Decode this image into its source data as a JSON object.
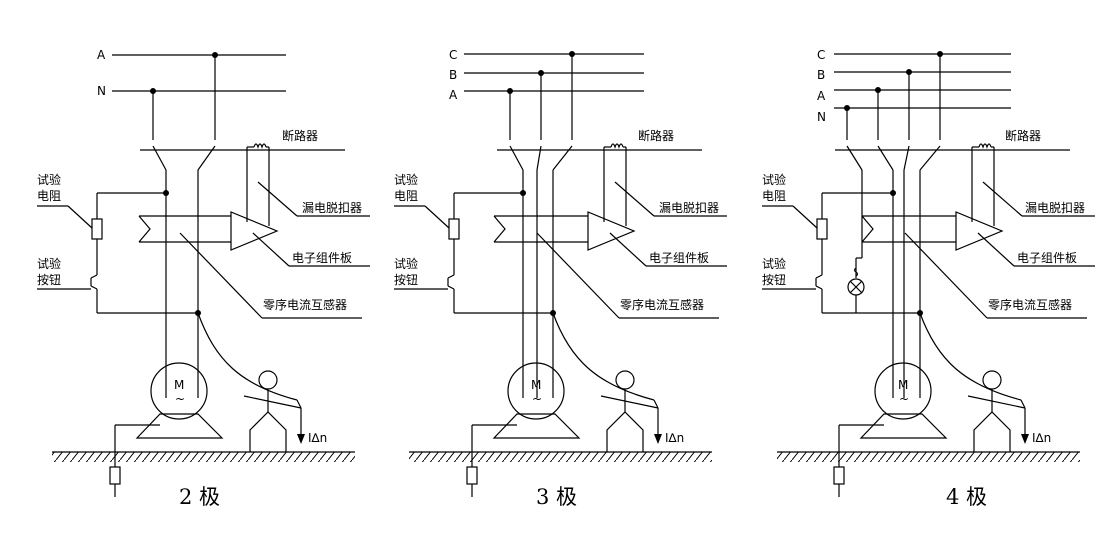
{
  "diagrams": [
    {
      "title": "2 极",
      "lines": [
        "A",
        "N"
      ],
      "labels": {
        "breaker": "断路器",
        "release": "漏电脱扣器",
        "board": "电子组件板",
        "ct": "零序电流互感器",
        "test_res_1": "试验",
        "test_res_2": "电阻",
        "test_btn_1": "试验",
        "test_btn_2": "按钮",
        "motor": "M",
        "motor_sub": "~",
        "current": "I∆n"
      }
    },
    {
      "title": "3 极",
      "lines": [
        "C",
        "B",
        "A"
      ],
      "labels": {
        "breaker": "断路器",
        "release": "漏电脱扣器",
        "board": "电子组件板",
        "ct": "零序电流互感器",
        "test_res_1": "试验",
        "test_res_2": "电阻",
        "test_btn_1": "试验",
        "test_btn_2": "按钮",
        "motor": "M",
        "motor_sub": "~",
        "current": "I∆n"
      }
    },
    {
      "title": "4 极",
      "lines": [
        "C",
        "B",
        "A",
        "N"
      ],
      "labels": {
        "breaker": "断路器",
        "release": "漏电脱扣器",
        "board": "电子组件板",
        "ct": "零序电流互感器",
        "test_res_1": "试验",
        "test_res_2": "电阻",
        "test_btn_1": "试验",
        "test_btn_2": "按钮",
        "motor": "M",
        "motor_sub": "~",
        "current": "I∆n"
      }
    }
  ]
}
